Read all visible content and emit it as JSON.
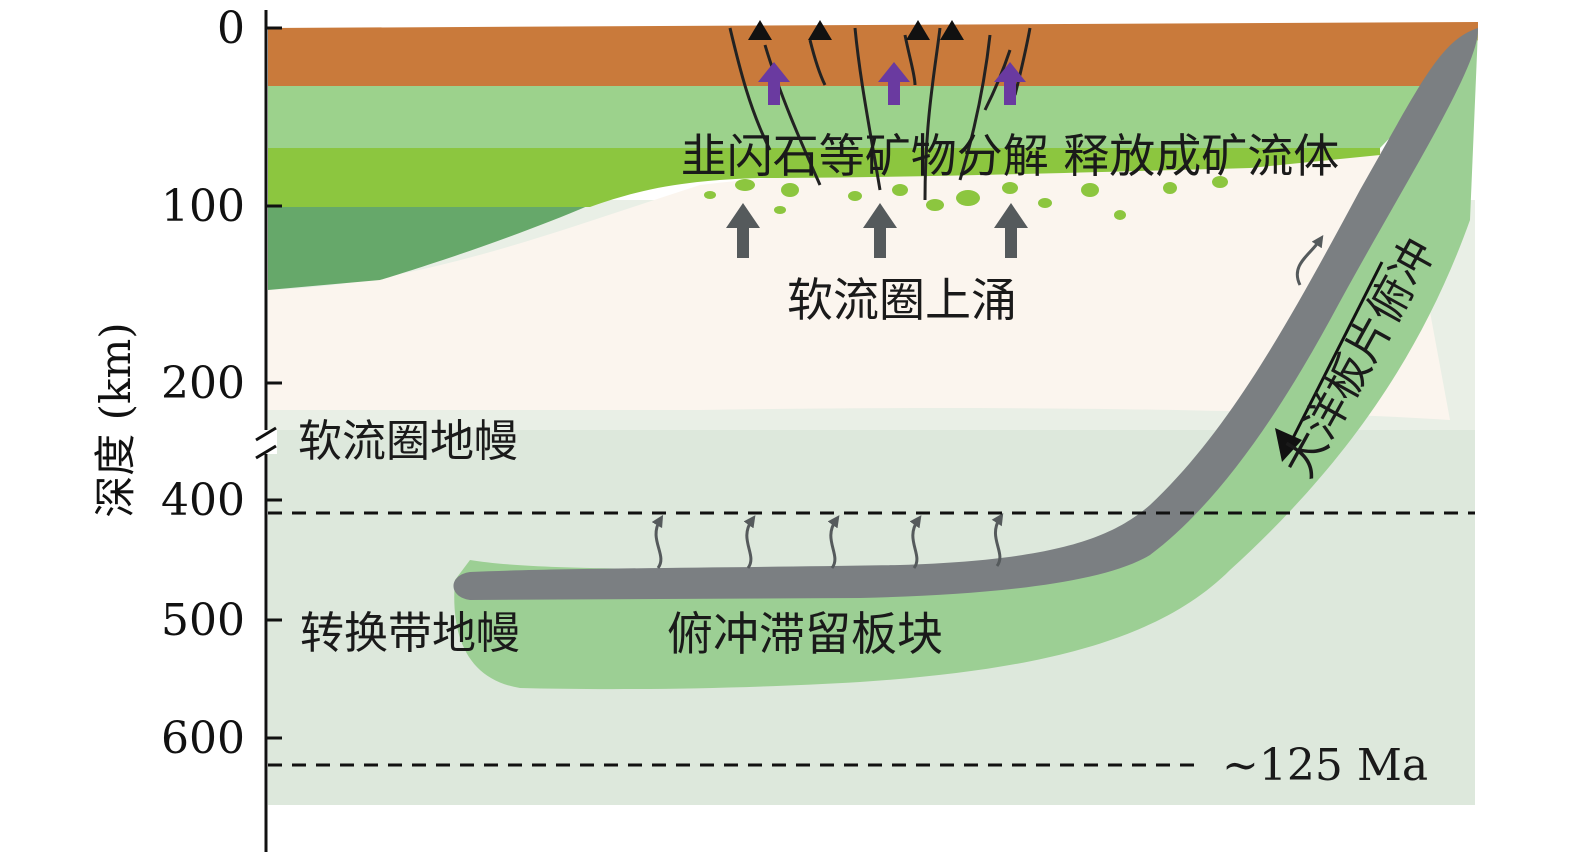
{
  "diagram": {
    "axis": {
      "title": "深度 (km)",
      "ticks": [
        {
          "label": "0",
          "depth": 0
        },
        {
          "label": "100",
          "depth": 100
        },
        {
          "label": "200",
          "depth": 200
        },
        {
          "label": "400",
          "depth": 400
        },
        {
          "label": "500",
          "depth": 500
        },
        {
          "label": "600",
          "depth": 600
        }
      ]
    },
    "labels": {
      "amphibole": "韭闪石等矿物分解 释放成矿流体",
      "upwelling": "软流圈上涌",
      "asthenosphere_mantle": "软流圈地幔",
      "transition_zone_mantle": "转换带地幔",
      "stagnant_slab": "俯冲滞留板块",
      "oceanic_slab": "大洋板片俯冲",
      "age": "~125 Ma"
    },
    "colors": {
      "crust": "#c97a3b",
      "lithosphere_light": "#9cd28c",
      "lithosphere_bright": "#8cc63f",
      "lithosphere_dark": "#66a86a",
      "asthenosphere": "#fbf5ee",
      "mantle": "#dde8dc",
      "slab_core": "#7b7f82",
      "slab_halo": "#9ccf94",
      "volcano": "#111111",
      "magma_arrow": "#6a3aa0",
      "upwelling_arrow": "#555a5c"
    }
  }
}
